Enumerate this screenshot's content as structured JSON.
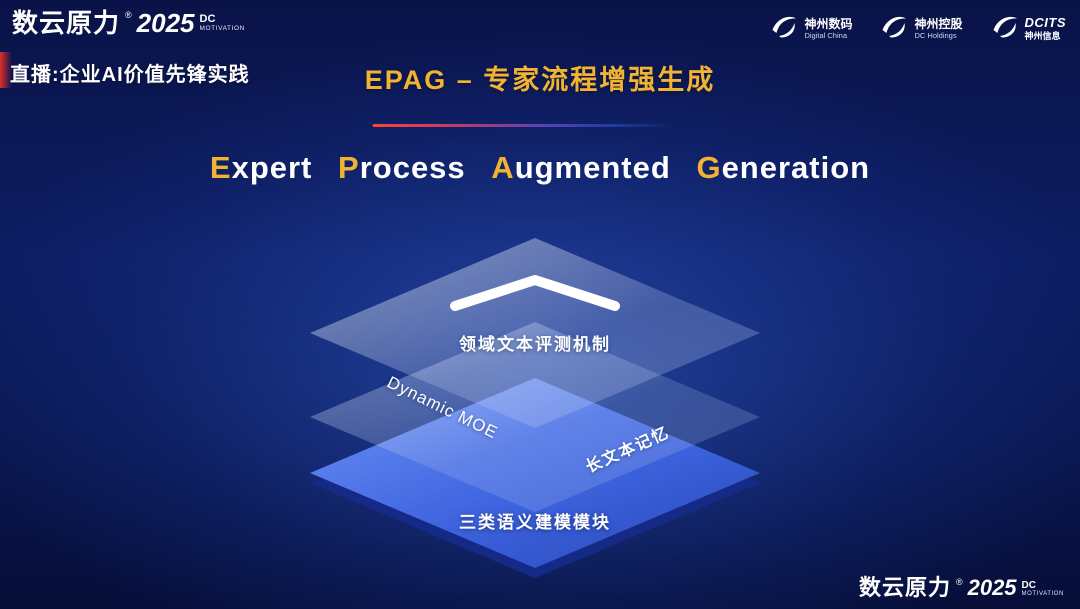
{
  "colors": {
    "background": "#0d1d62",
    "gold": "#f2b232",
    "red_accent": "#eb2d23",
    "layer_blue": "#3e64e0",
    "glass_layer": "rgba(220,232,252,0.35)"
  },
  "brand": {
    "name": "数云原力",
    "reg": "®",
    "year": "2025",
    "sub_line1": "DC",
    "sub_line2": "MOTIVATION"
  },
  "header": {
    "live_label": "直播:企业AI价值先锋实践",
    "title": "EPAG – 专家流程增强生成"
  },
  "partner_logos": [
    {
      "cn": "神州数码",
      "en": "Digital China"
    },
    {
      "cn": "神州控股",
      "en": "DC Holdings"
    },
    {
      "cn": "DCITS",
      "en": "神州信息"
    }
  ],
  "subtitle": {
    "w1i": "E",
    "w1r": "xpert",
    "w2i": "P",
    "w2r": "rocess",
    "w3i": "A",
    "w3r": "ugmented",
    "w4i": "G",
    "w4r": "eneration"
  },
  "diagram": {
    "icons": {
      "top": "chevron-up-icon"
    },
    "top_layer_label": "领域文本评测机制",
    "middle_layer_left_label": "Dynamic MOE",
    "middle_layer_right_label": "长文本记忆",
    "bottom_layer_label": "三类语义建模模块"
  }
}
